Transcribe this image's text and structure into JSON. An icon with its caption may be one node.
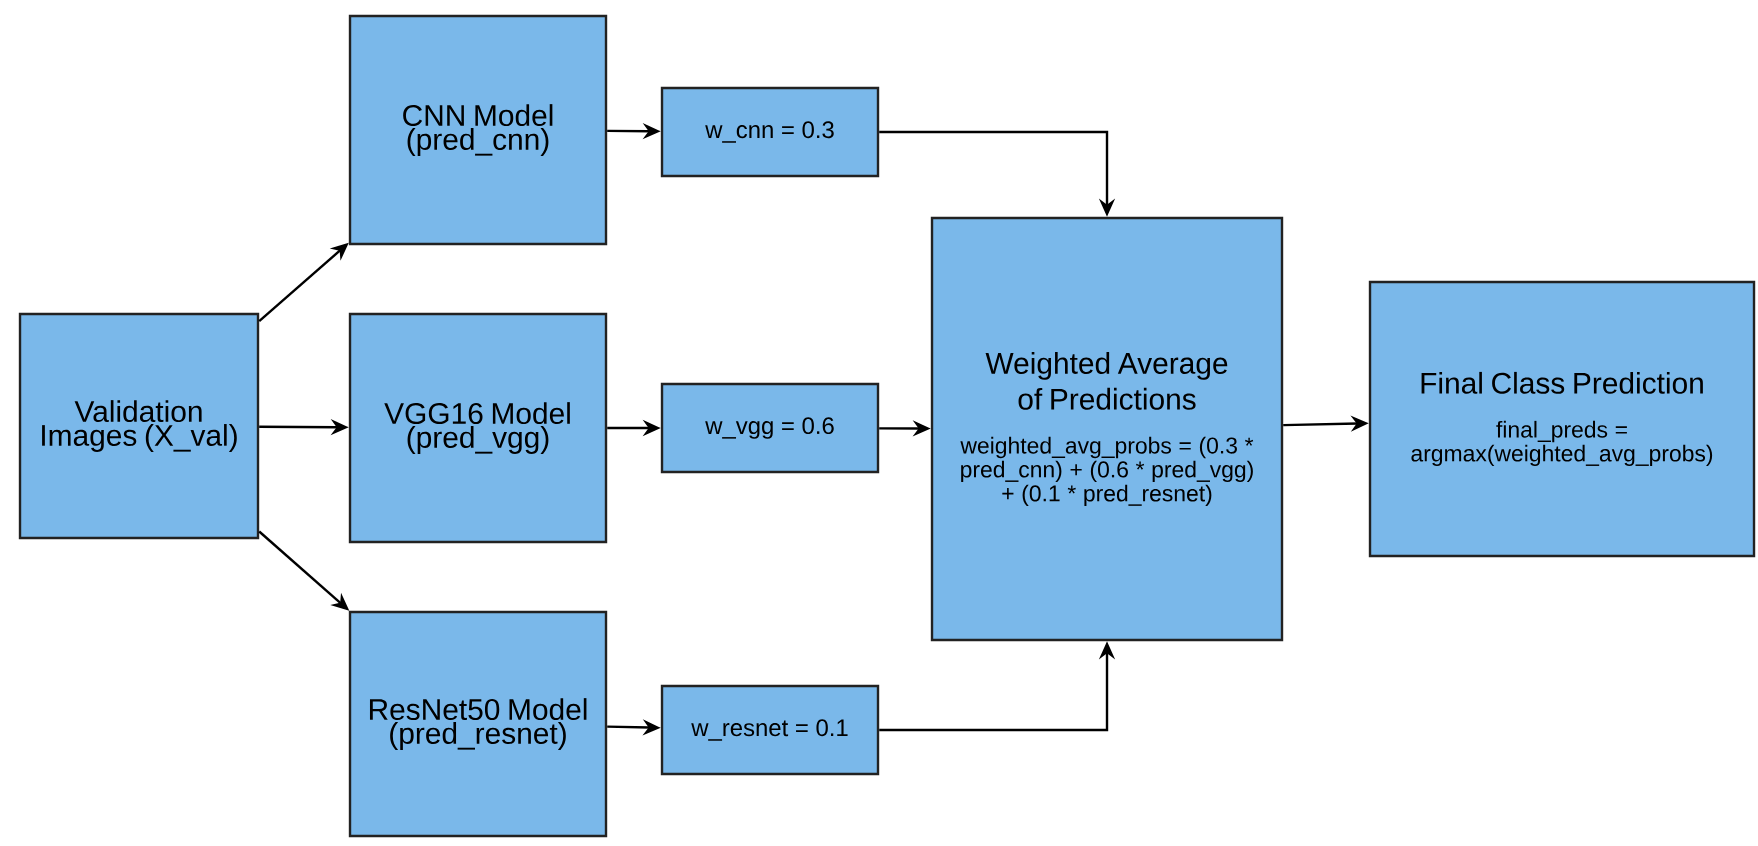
{
  "diagram": {
    "nodes": [
      {
        "text": [
          "Validation Images (X_val)"
        ]
      },
      {
        "text": [
          "CNN Model (pred_cnn)"
        ]
      },
      {
        "text": [
          "VGG16 Model (pred_vgg)"
        ]
      },
      {
        "text": [
          "ResNet50 Model (pred_resnet)"
        ]
      },
      {
        "text": [
          "w_cnn = 0.3"
        ]
      },
      {
        "text": [
          "w_vgg = 0.6"
        ]
      },
      {
        "text": [
          "w_resnet = 0.1"
        ]
      },
      {
        "text": [
          "Weighted Average of Predictions",
          "weighted_avg_probs = (0.3 * pred_cnn) + (0.6 * pred_vgg) + (0.1 * pred_resnet)"
        ]
      },
      {
        "text": [
          "Final Class Prediction",
          "final_preds = argmax(weighted_avg_probs)"
        ]
      }
    ],
    "edges": [
      {
        "from": 0,
        "to": 1,
        "arrow": "to"
      },
      {
        "from": 0,
        "to": 2,
        "arrow": "to"
      },
      {
        "from": 0,
        "to": 3,
        "arrow": "to"
      },
      {
        "from": 1,
        "to": 4,
        "arrow": "to"
      },
      {
        "from": 2,
        "to": 5,
        "arrow": "to"
      },
      {
        "from": 3,
        "to": 6,
        "arrow": "to"
      },
      {
        "from": 4,
        "to": 7,
        "arrow": "to"
      },
      {
        "from": 5,
        "to": 7,
        "arrow": "to"
      },
      {
        "from": 6,
        "to": 7,
        "arrow": "to"
      },
      {
        "from": 7,
        "to": 8,
        "arrow": "to"
      }
    ]
  }
}
